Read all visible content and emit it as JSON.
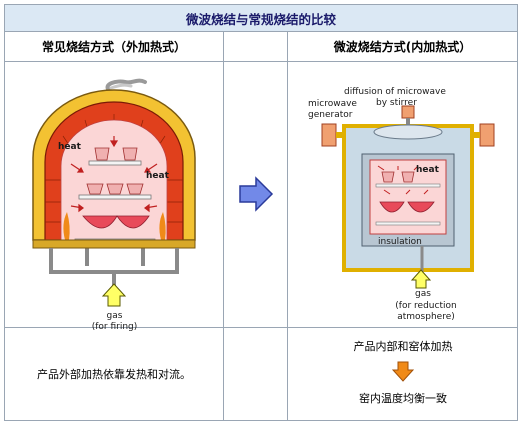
{
  "title": "微波烧结与常规烧结的比较",
  "columns": {
    "left_header": "常见烧结方式（外加热式）",
    "right_header": "微波烧结方式(内加热式）"
  },
  "left_diagram": {
    "heat_label_1": "heat",
    "heat_label_2": "heat",
    "gas_label": "gas",
    "gas_sub_label": "(for firing)"
  },
  "right_diagram": {
    "diffusion_label": "diffusion of microwave",
    "diffusion_label_2": "by stirrer",
    "generator_label": "microwave",
    "generator_label_2": "generator",
    "heat_label": "heat",
    "insulation_label": "insulation",
    "gas_label": "gas",
    "gas_sub_label_1": "(for reduction",
    "gas_sub_label_2": "atmosphere)"
  },
  "bottom": {
    "left_text": "产品外部加热依靠发热和对流。",
    "right_text_top": "产品内部和窑体加热",
    "right_text_bottom": "窑内温度均衡一致"
  },
  "colors": {
    "title_bg": "#dbe8f4",
    "brick": "#e0401c",
    "outer_wall": "#f3c232",
    "chamber": "#fbd6d6",
    "arrow_blue": "#7289e8",
    "arrow_orange": "#f08a18"
  },
  "icons": [
    "right-arrow-icon",
    "down-arrow-icon",
    "yellow-up-arrow-icon"
  ]
}
